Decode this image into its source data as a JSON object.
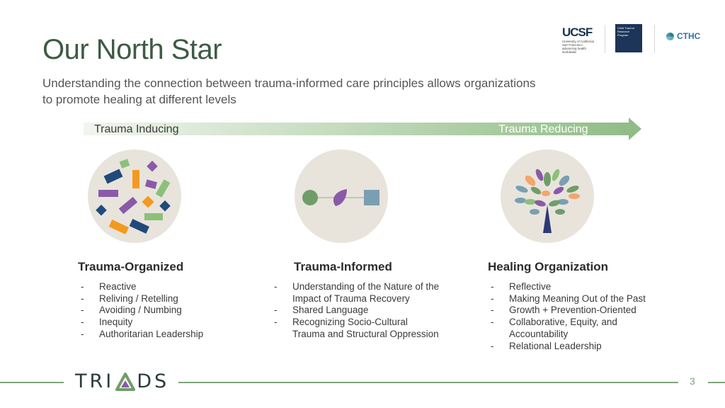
{
  "slide": {
    "title": "Our North Star",
    "subtitle": "Understanding the connection between trauma-informed care principles allows organizations to promote healing at different levels",
    "page_number": "3"
  },
  "logos": {
    "ucsf_mark": "UCSF",
    "ucsf_text": "University of California San Francisco",
    "ucsf_tagline": "advancing health worldwide",
    "cthp_text": "Child Trauma Research Program",
    "cthc_text": "CTHC",
    "footer_brand_left": "TRI",
    "footer_brand_right": "DS"
  },
  "arrow": {
    "left_label": "Trauma Inducing",
    "right_label": "Trauma Reducing",
    "colors": {
      "start": "#eef4ea",
      "end": "#8fbb85"
    }
  },
  "columns": [
    {
      "heading": "Trauma-Organized",
      "items": [
        [
          "Reactive"
        ],
        [
          "Reliving / Retelling"
        ],
        [
          "Avoiding / Numbing"
        ],
        [
          "Inequity"
        ],
        [
          "Authoritarian Leadership"
        ]
      ]
    },
    {
      "heading": "Trauma-Informed",
      "items": [
        [
          "Understanding of the Nature of the",
          "Impact of Trauma Recovery"
        ],
        [
          "Shared Language"
        ],
        [
          "Recognizing Socio-Cultural",
          "Trauma and Structural Oppression"
        ]
      ]
    },
    {
      "heading": "Healing Organization",
      "items": [
        [
          "Reflective"
        ],
        [
          "Making Meaning Out of the Past"
        ],
        [
          "Growth + Prevention-Oriented"
        ],
        [
          "Collaborative, Equity, and",
          "Accountability"
        ],
        [
          "Relational Leadership"
        ]
      ]
    }
  ],
  "colors": {
    "title": "#3e5a44",
    "circle_bg": "#e8e4dc",
    "navy": "#1f4a7a",
    "purple": "#8a5aa8",
    "orange": "#f39a1e",
    "green": "#8cc07a",
    "grey_blue": "#7a9fb2",
    "footer_green": "#7ea57a"
  }
}
